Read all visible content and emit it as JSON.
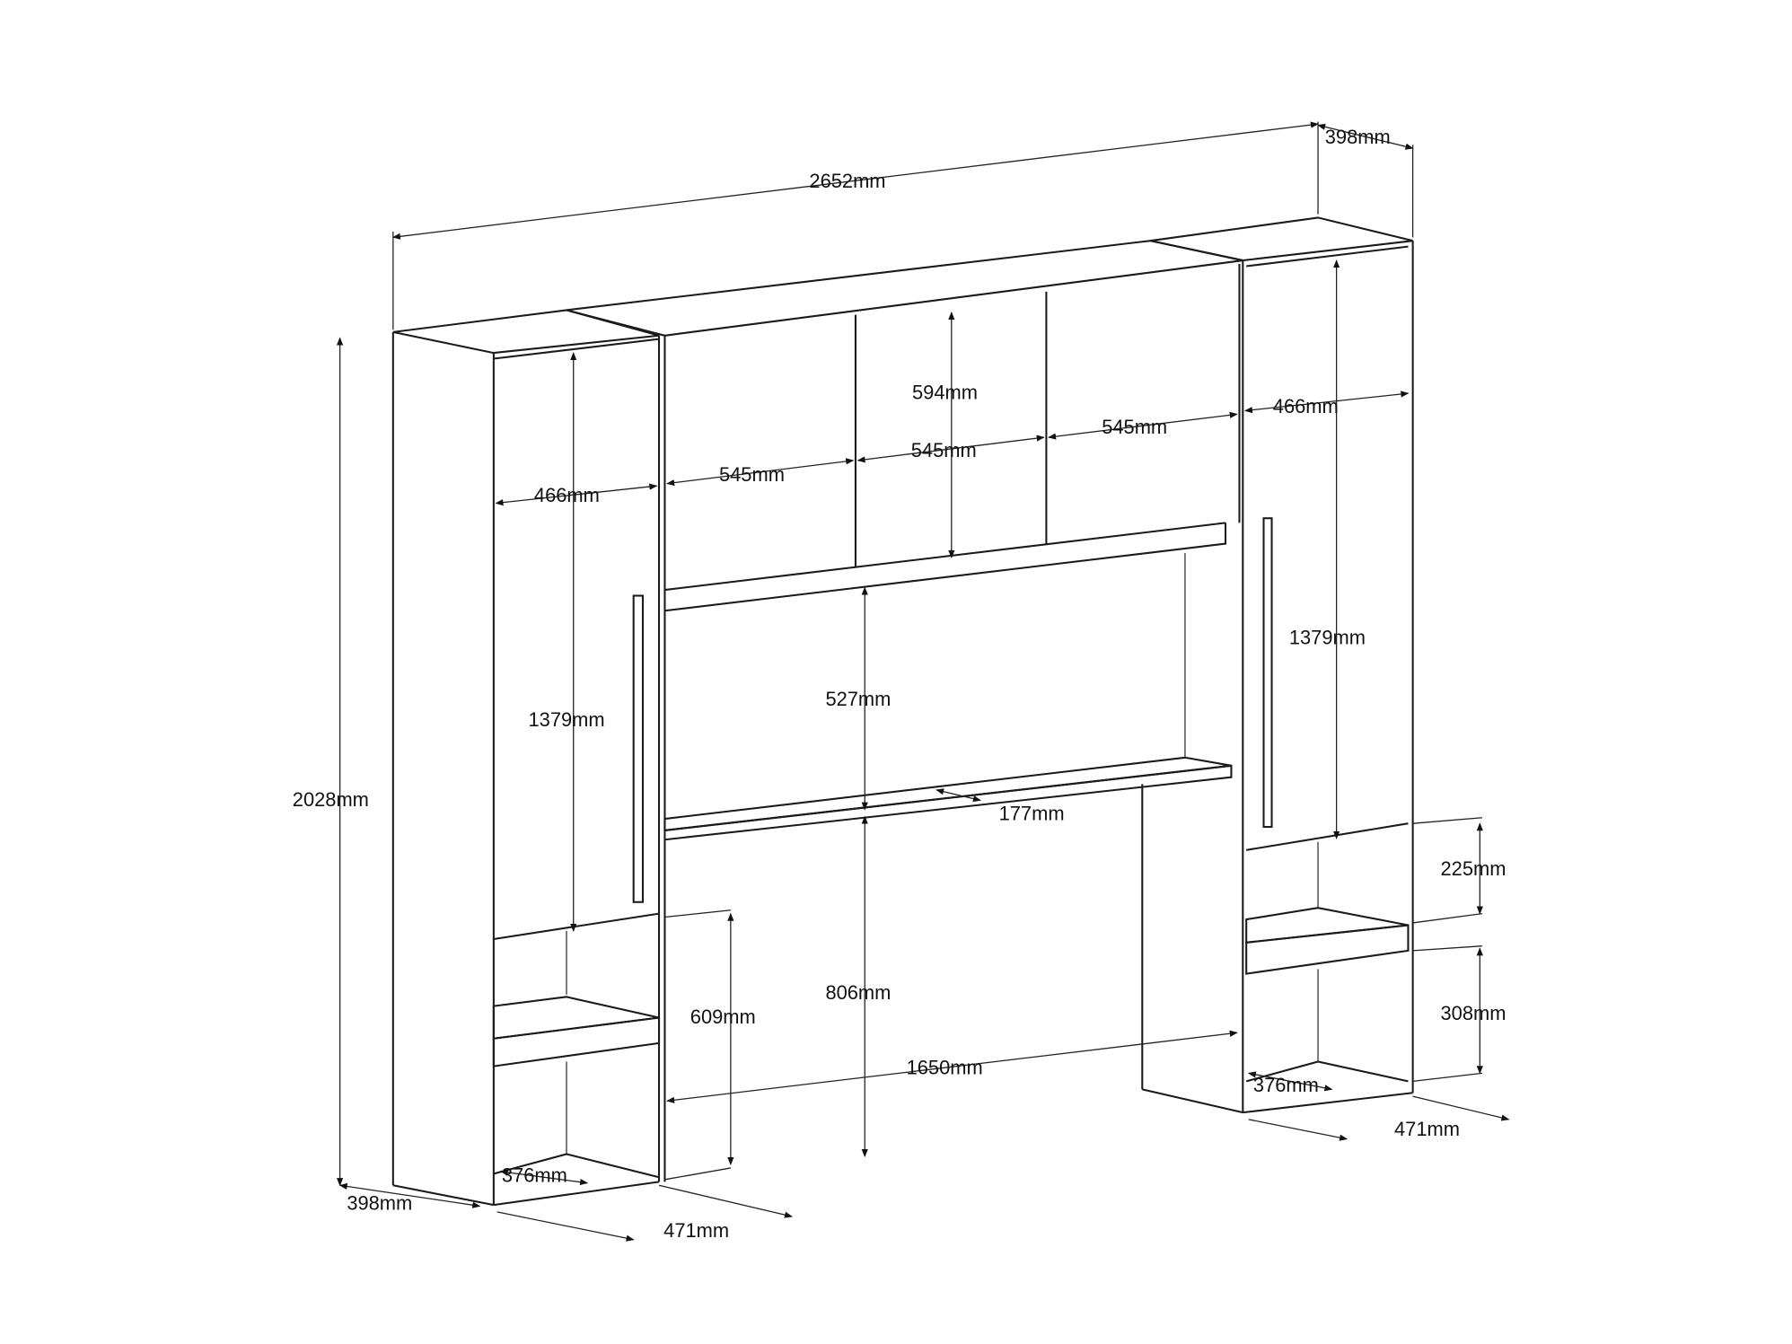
{
  "diagram": {
    "colors": {
      "line": "#1a1a1a",
      "background": "#ffffff"
    },
    "dimensions": {
      "overall_width": "2652mm",
      "top_depth": "398mm",
      "overall_height": "2028mm",
      "bottom_depth": "398mm",
      "left_door_width": "466mm",
      "left_door_height": "1379mm",
      "upper_door_left_width": "545mm",
      "upper_door_mid_width": "545mm",
      "upper_door_right_width": "545mm",
      "upper_door_height": "594mm",
      "right_door_width": "466mm",
      "right_door_height": "1379mm",
      "niche_height": "527mm",
      "desk_depth": "177mm",
      "desk_clearance": "806mm",
      "bridge_inner_width": "1650mm",
      "left_lower_height": "609mm",
      "left_shelf_depth": "376mm",
      "left_tower_depth": "471mm",
      "right_upper_compartment": "225mm",
      "right_lower_compartment": "308mm",
      "right_shelf_depth": "376mm",
      "right_tower_depth": "471mm"
    }
  }
}
